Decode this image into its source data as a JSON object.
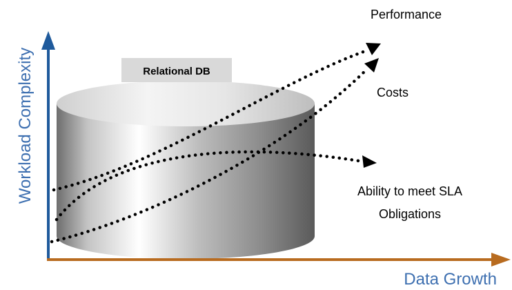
{
  "diagram": {
    "db_label": "Relational DB",
    "y_axis_label": "Workload Complexity",
    "x_axis_label": "Data Growth",
    "curves": {
      "performance": "Performance",
      "costs": "Costs",
      "sla_line1": "Ability to meet SLA",
      "sla_line2": "Obligations"
    }
  },
  "colors": {
    "y_axis": "#1f5a9c",
    "x_axis": "#b86b1f",
    "y_label": "#3d6fb0",
    "x_label": "#3d6fb0",
    "label_box": "#d9d9d9",
    "arrows": "#000000"
  }
}
